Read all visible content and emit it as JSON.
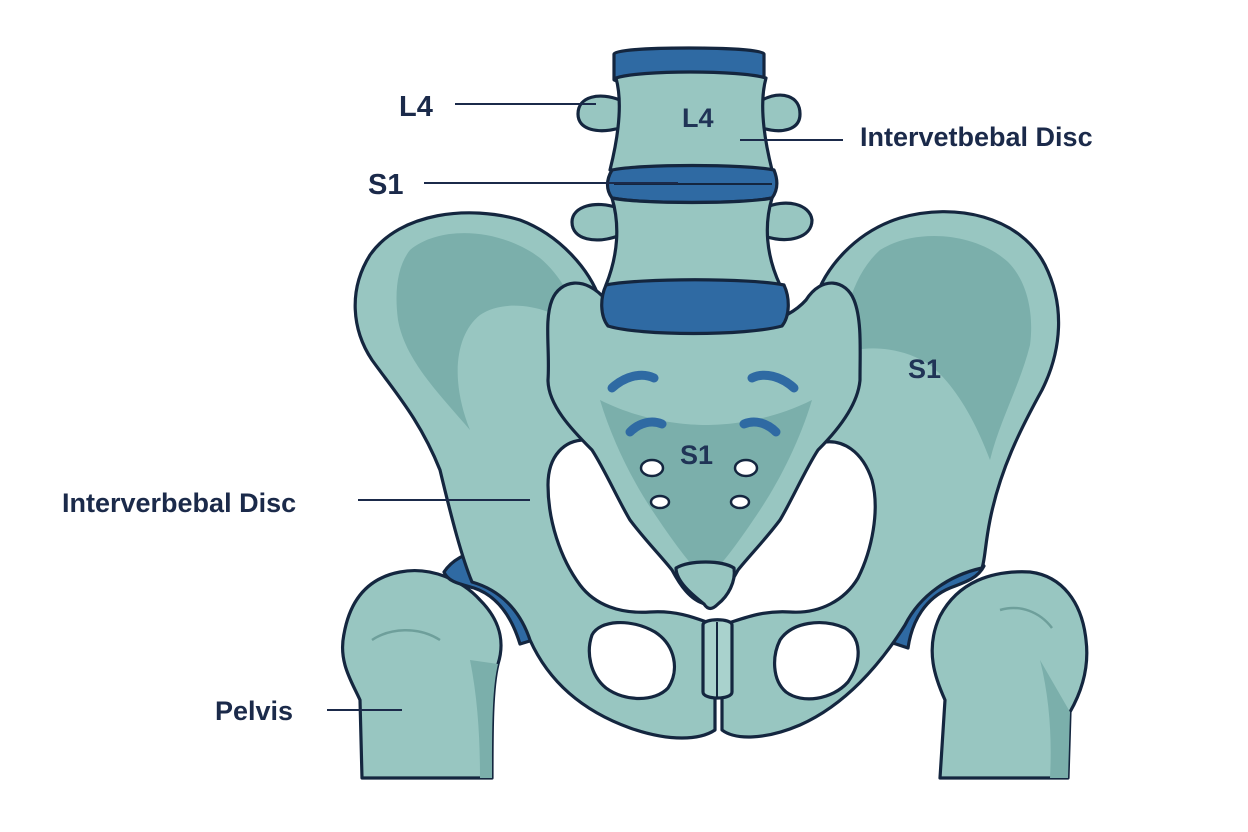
{
  "labels": {
    "l4_left": "L4",
    "l4_vertebra": "L4",
    "intervertebral_disc_right": "Intervetbebal Disc",
    "s1_left": "S1",
    "s1_ilium": "S1",
    "s1_sacrum": "S1",
    "intervertebral_disc_left": "Interverbebal Disc",
    "pelvis": "Pelvis"
  },
  "colors": {
    "bone_fill": "#98c6c1",
    "bone_shade": "#7bafab",
    "disc_fill": "#2f6aa3",
    "outline": "#14263f",
    "label_text": "#1b2a4a",
    "background": "#ffffff"
  }
}
